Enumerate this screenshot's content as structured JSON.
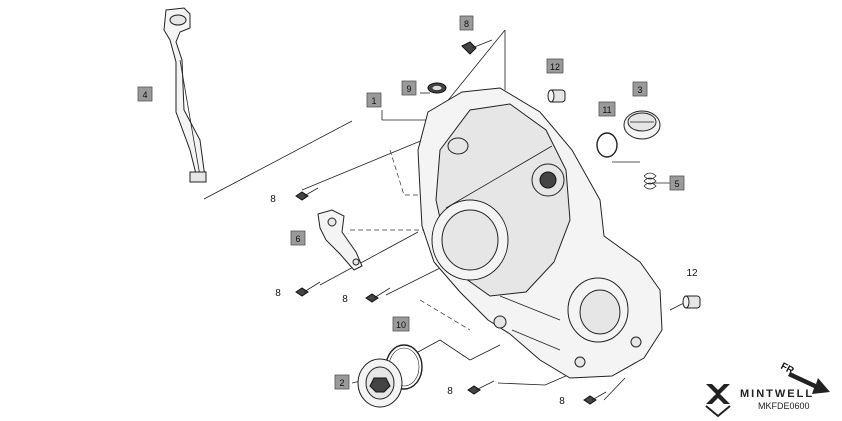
{
  "diagram": {
    "callouts": [
      {
        "id": "c1",
        "text": "1",
        "boxed": true
      },
      {
        "id": "c9",
        "text": "9",
        "boxed": true
      },
      {
        "id": "c8top",
        "text": "8",
        "boxed": true
      },
      {
        "id": "c12top",
        "text": "12",
        "boxed": true
      },
      {
        "id": "c3",
        "text": "3",
        "boxed": true
      },
      {
        "id": "c11",
        "text": "11",
        "boxed": true
      },
      {
        "id": "c5",
        "text": "5",
        "boxed": true
      },
      {
        "id": "c4",
        "text": "4",
        "boxed": true
      },
      {
        "id": "c6",
        "text": "6",
        "boxed": true
      },
      {
        "id": "c10",
        "text": "10",
        "boxed": true
      },
      {
        "id": "c2",
        "text": "2",
        "boxed": true
      },
      {
        "id": "c12right",
        "text": "12",
        "boxed": false
      },
      {
        "id": "c8a",
        "text": "8",
        "boxed": false
      },
      {
        "id": "c8b",
        "text": "8",
        "boxed": false
      },
      {
        "id": "c8c",
        "text": "8",
        "boxed": false
      },
      {
        "id": "c8d",
        "text": "8",
        "boxed": false
      },
      {
        "id": "c8e",
        "text": "8",
        "boxed": false
      }
    ],
    "direction_label": "FR.",
    "brand": "MINTWELL",
    "drawing_code": "MKFDE0600",
    "colors": {
      "tag_fill": "#9a9a9a",
      "line": "#222222",
      "arrow": "#222222"
    }
  }
}
